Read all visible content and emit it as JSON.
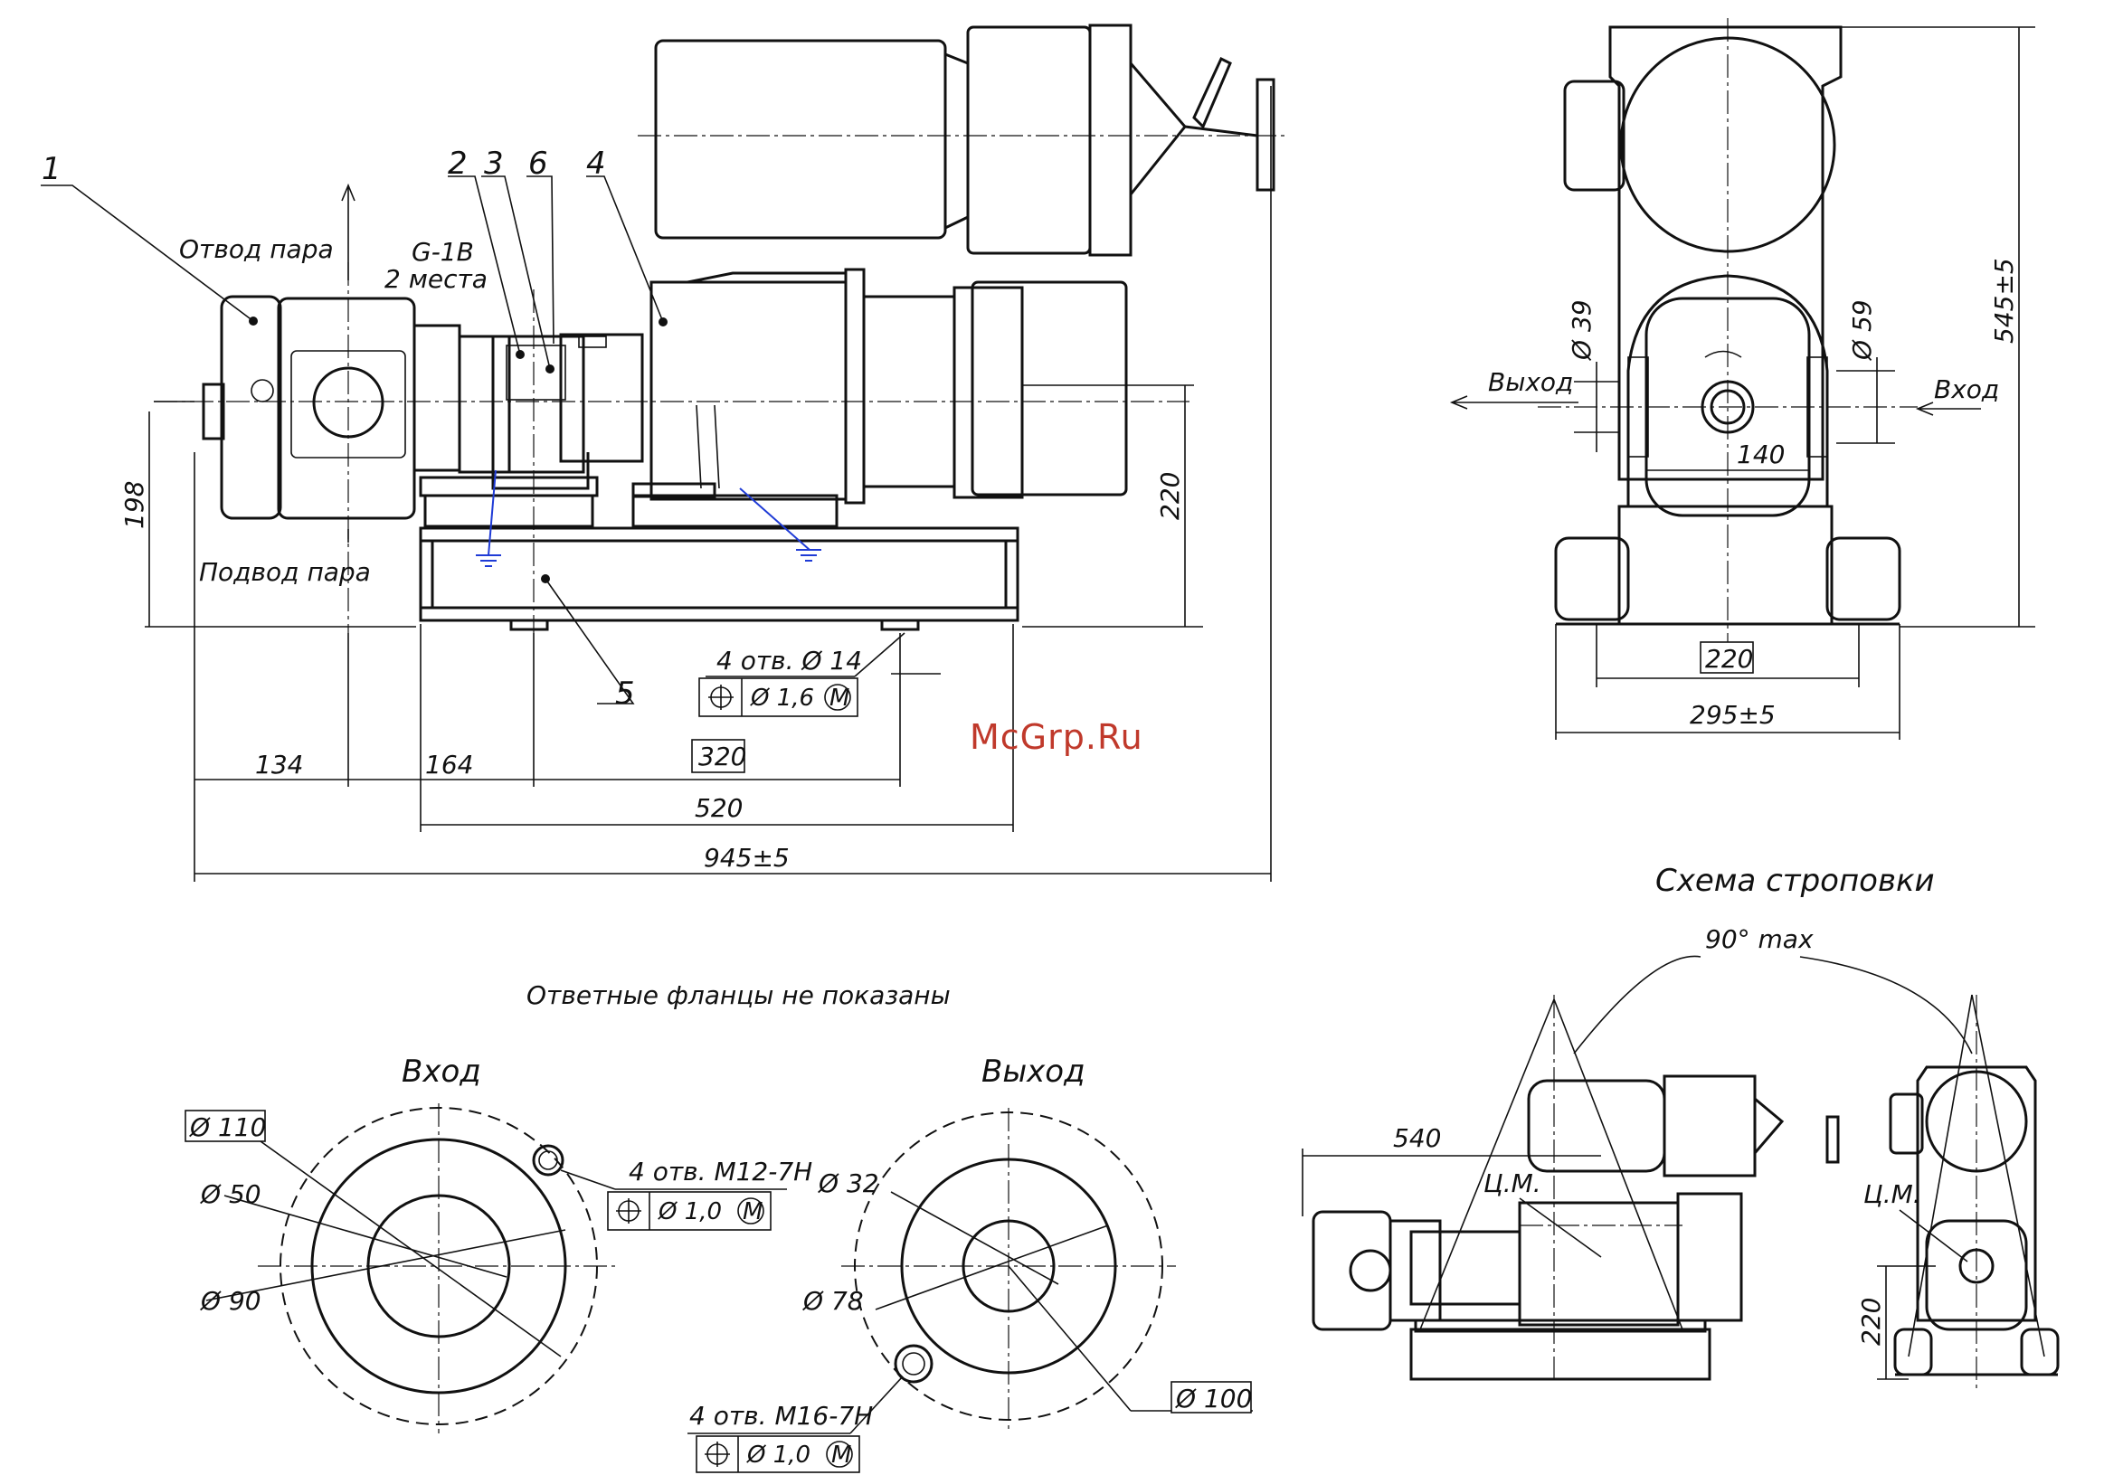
{
  "labels": {
    "part1": "1",
    "part2": "2",
    "part3": "3",
    "part4": "4",
    "part5": "5",
    "part6": "6",
    "steam_out": "Отвод пара",
    "steam_in": "Подвод пара",
    "thread": "G-1B",
    "places": "2 места",
    "holes_14": "4 отв. Ø 14",
    "tol_16": "Ø 1,6",
    "inlet": "Вход",
    "outlet": "Выход",
    "sling_title": "Схема строповки",
    "angle": "90° max",
    "cg": "Ц.М.",
    "note": "Ответные фланцы не показаны",
    "holes_m12": "4 отв. М12-7Н",
    "holes_m16": "4 отв. М16-7Н",
    "tol_10": "Ø 1,0",
    "mod_m": "M",
    "watermark": "McGrp.Ru"
  },
  "dims": {
    "d134": "134",
    "d164": "164",
    "d320": "320",
    "d520": "520",
    "d945": "945±5",
    "d198": "198",
    "d220": "220",
    "d545": "545±5",
    "d39": "Ø 39",
    "d59": "Ø 59",
    "d140": "140",
    "d220b": "220",
    "d295": "295±5",
    "d540": "540",
    "d220c": "220",
    "d110": "Ø 110",
    "d50": "Ø 50",
    "d90": "Ø 90",
    "d32": "Ø 32",
    "d78": "Ø 78",
    "d100": "Ø 100"
  }
}
